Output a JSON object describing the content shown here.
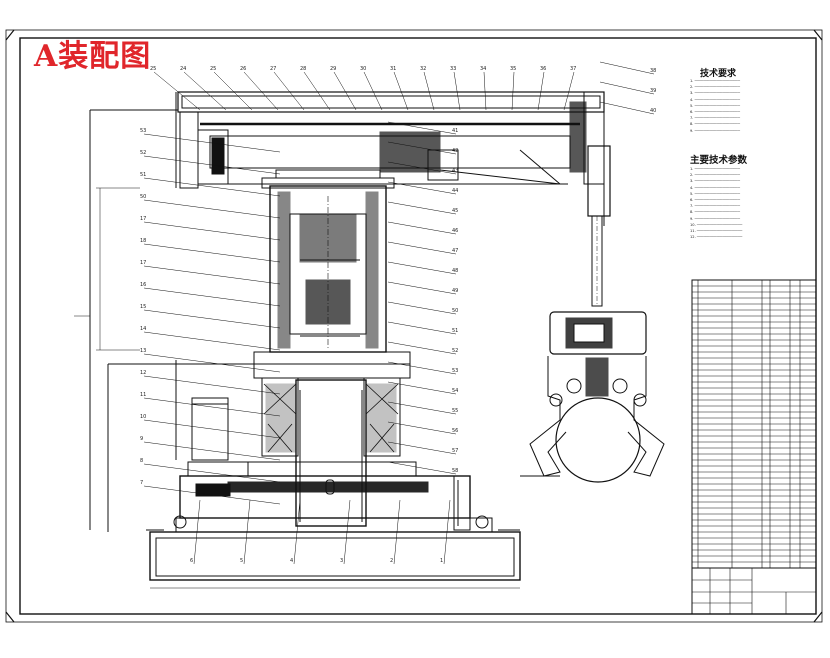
{
  "drawing": {
    "stamp_title": "A装配图",
    "tech_requirements_title": "技术要求",
    "main_params_title": "主要技术参数",
    "tech_requirements": [
      "1.",
      "2.",
      "3.",
      "4.",
      "5.",
      "6.",
      "7.",
      "8.",
      "9."
    ],
    "main_params": [
      "1.",
      "2.",
      "3.",
      "4.",
      "5.",
      "6.",
      "7.",
      "8.",
      "9.",
      "10.",
      "11.",
      "12."
    ],
    "part_numbers_top": [
      "25",
      "24",
      "25",
      "26",
      "27",
      "28",
      "29",
      "30",
      "31",
      "32",
      "33",
      "34",
      "35",
      "36",
      "37"
    ],
    "part_numbers_left": [
      "53",
      "52",
      "51",
      "50",
      "17",
      "18",
      "17",
      "16",
      "15",
      "14",
      "13",
      "12",
      "11",
      "10",
      "9",
      "8",
      "7"
    ],
    "part_numbers_right": [
      "38",
      "39",
      "40",
      "41",
      "42",
      "43",
      "44",
      "45",
      "46",
      "47",
      "48",
      "49",
      "50",
      "51",
      "52",
      "53",
      "54",
      "55",
      "56",
      "57",
      "58"
    ],
    "part_numbers_bottom": [
      "6",
      "5",
      "4",
      "3",
      "2",
      "1"
    ],
    "colors": {
      "ink": "#111111",
      "stamp": "#e0262b",
      "paper": "#ffffff"
    }
  }
}
